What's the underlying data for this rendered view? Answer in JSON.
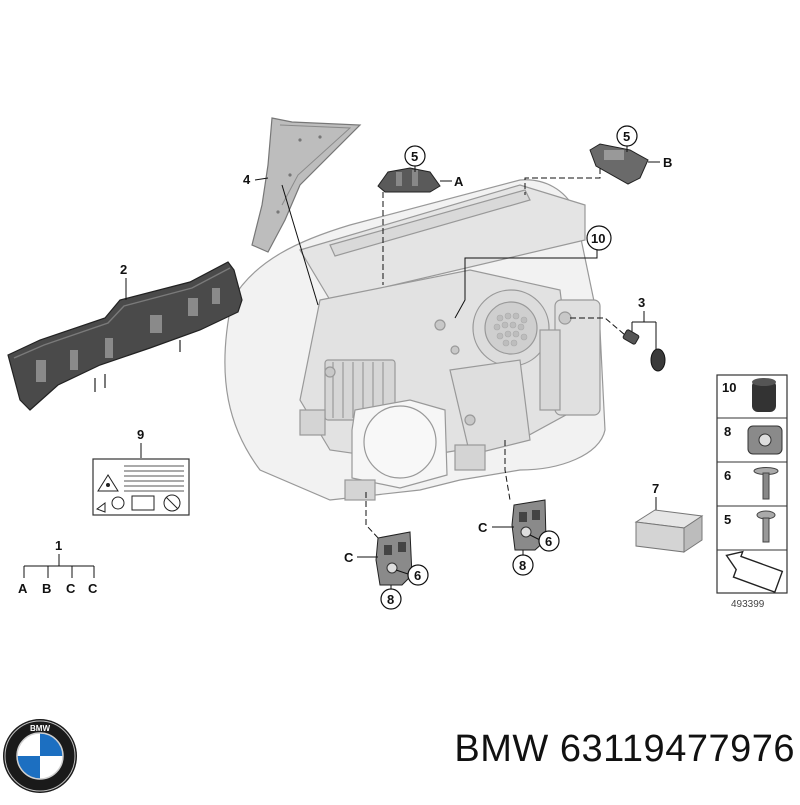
{
  "diagram": {
    "callouts": {
      "c1": "1",
      "c2": "2",
      "c3": "3",
      "c4": "4",
      "c5a": "5",
      "c5b": "5",
      "c6a": "6",
      "c6b": "6",
      "c7": "7",
      "c8a": "8",
      "c8b": "8",
      "c9": "9",
      "c10": "10"
    },
    "letters": {
      "a_top": "A",
      "b_top": "B",
      "c_left": "C",
      "c_right": "C",
      "tree": [
        "A",
        "B",
        "C",
        "C"
      ]
    },
    "legend_rows": [
      "10",
      "8",
      "6",
      "5"
    ],
    "reference_number": "493399"
  },
  "brand": {
    "logo_letters": "BMW",
    "caption": "BMW 63119477976"
  }
}
